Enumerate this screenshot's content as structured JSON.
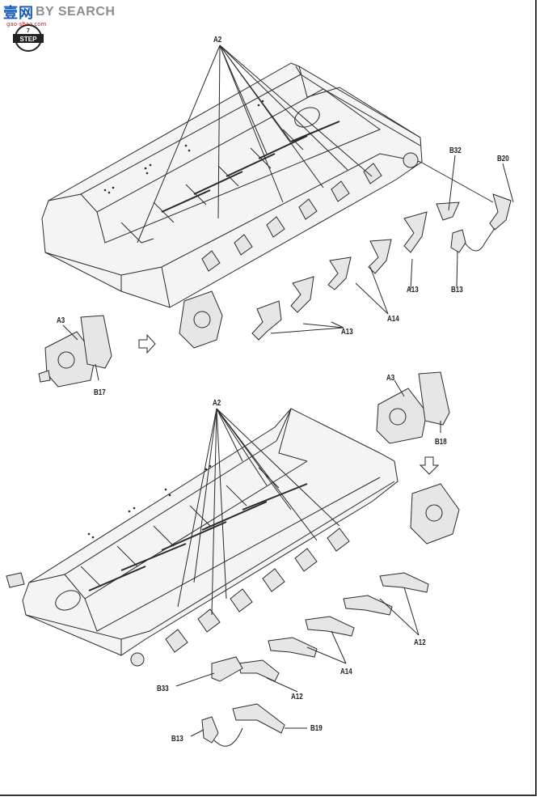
{
  "header": {
    "logo_cn": "壹网",
    "logo_en": "BY SEARCH",
    "logo_url": "gao-shao.com",
    "step_label": "STEP",
    "step_number": "7"
  },
  "callouts": {
    "top_a2": "A2",
    "top_b32": "B32",
    "top_b20": "B20",
    "top_a3": "A3",
    "top_b17": "B17",
    "top_a13_left": "A13",
    "top_a14": "A14",
    "top_a13_right": "A13",
    "top_b13": "B13",
    "bottom_a2": "A2",
    "bottom_a3": "A3",
    "bottom_b18": "B18",
    "bottom_a12_right": "A12",
    "bottom_a14": "A14",
    "bottom_b33": "B33",
    "bottom_a12_mid": "A12",
    "bottom_b13": "B13",
    "bottom_b19": "B19"
  },
  "colors": {
    "line": "#2a2a2a",
    "hull_fill": "#f4f4f4",
    "part_fill": "#e6e6e6",
    "logo_blue": "#1a5bb8",
    "logo_grey": "#8a8f96"
  },
  "icons": {
    "arrow_right": "hollow-arrow-right-icon",
    "arrow_down": "hollow-arrow-down-icon"
  }
}
